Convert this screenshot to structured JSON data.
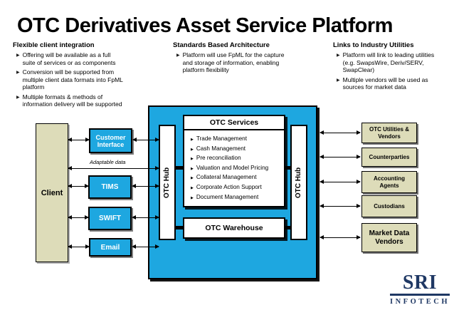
{
  "title": "OTC Derivatives Asset Service Platform",
  "colors": {
    "platform_cyan": "#1EA7E0",
    "box_beige": "#DDDCB9",
    "logo_navy": "#1F3864",
    "text_black": "#000000"
  },
  "columns": [
    {
      "heading": "Flexible client integration",
      "bullets": [
        "Offering will be available as a full suite of services or as components",
        "Conversion will be supported from multiple client data formats into FpML platform",
        "Multiple formats & methods of information delivery will be supported"
      ]
    },
    {
      "heading": "Standards Based Architecture",
      "bullets": [
        "Platform will use FpML for the capture and storage of information, enabling platform flexibility"
      ]
    },
    {
      "heading": "Links to Industry Utilities",
      "bullets": [
        "Platform will link to leading utilities (e.g. SwapsWire, Deriv/SERV, SwapClear)",
        "Multiple vendors will be used as sources for market data"
      ]
    }
  ],
  "diagram": {
    "client_label": "Client",
    "adaptable_data_label": "Adaptable data",
    "hub_label": "OTC Hub",
    "channels": [
      {
        "label": "Customer Interface"
      },
      {
        "label": "TIMS"
      },
      {
        "label": "SWIFT"
      },
      {
        "label": "Email"
      }
    ],
    "services": {
      "title": "OTC Services",
      "items": [
        "Trade Management",
        "Cash Management",
        "Pre reconciliation",
        "Valuation and Model Pricing",
        "Collateral Management",
        "Corporate Action Support",
        "Document Management"
      ]
    },
    "warehouse_label": "OTC Warehouse",
    "external_parties": [
      {
        "label": "OTC Utilities & Vendors"
      },
      {
        "label": "Counterparties"
      },
      {
        "label": "Accounting Agents"
      },
      {
        "label": "Custodians"
      },
      {
        "label": "Market Data Vendors"
      }
    ]
  },
  "logo": {
    "name": "SRI",
    "subtitle": "INFOTECH"
  }
}
